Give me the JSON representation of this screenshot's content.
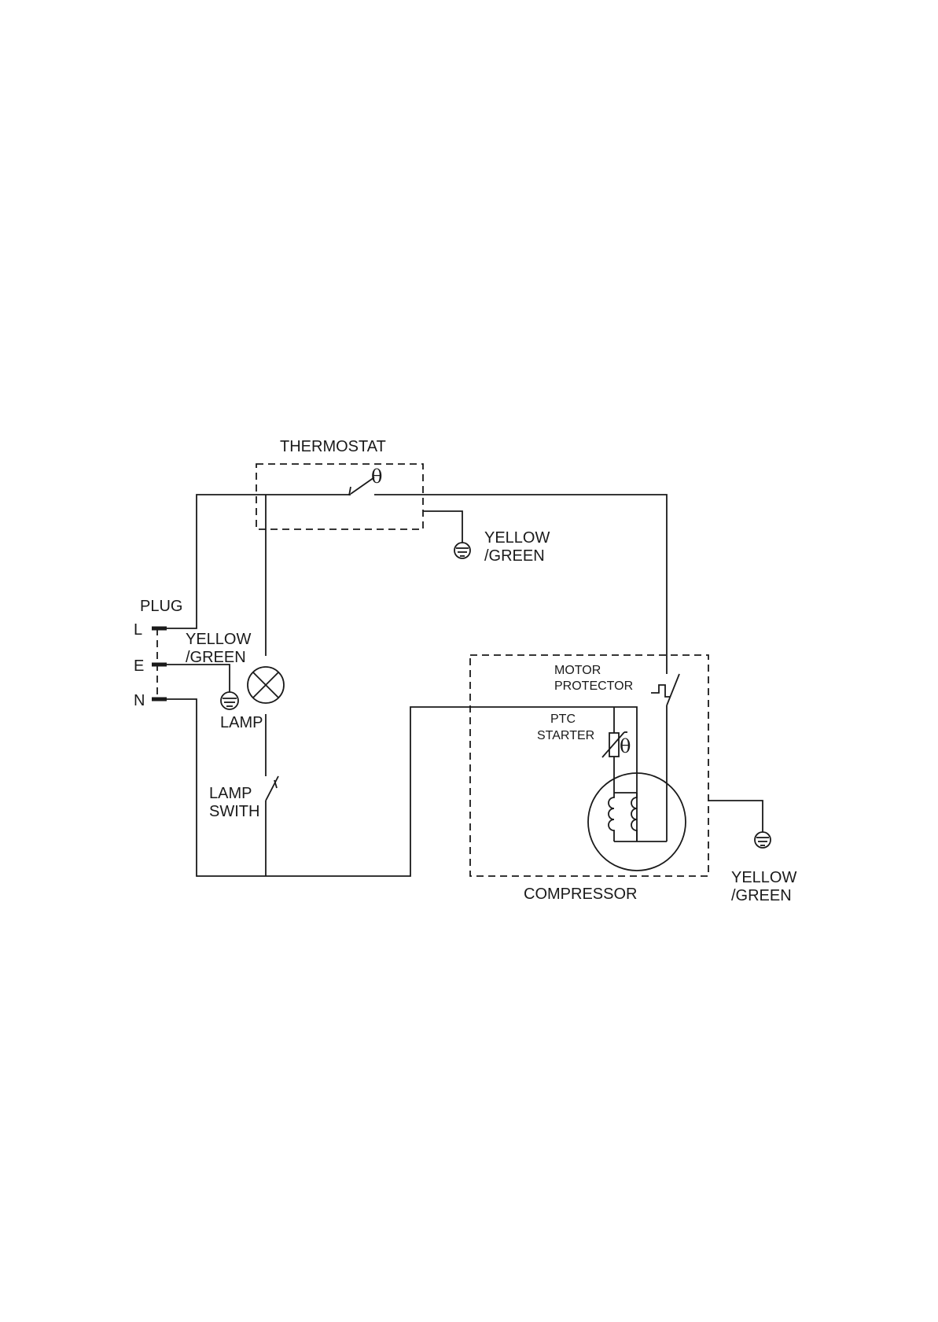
{
  "labels": {
    "thermostat": "THERMOSTAT",
    "theta": "θ",
    "ground_1_line1": "YELLOW",
    "ground_1_line2": "/GREEN",
    "plug": "PLUG",
    "terminal_l": "L",
    "terminal_e": "E",
    "terminal_n": "N",
    "plug_ground_line1": "YELLOW",
    "plug_ground_line2": "/GREEN",
    "lamp": "LAMP",
    "lamp_switch_line1": "LAMP",
    "lamp_switch_line2": "SWITH",
    "motor_protector_line1": "MOTOR",
    "motor_protector_line2": "PROTECTOR",
    "ptc_starter_line1": "PTC",
    "ptc_starter_line2": "STARTER",
    "compressor": "COMPRESSOR",
    "ground_2_line1": "YELLOW",
    "ground_2_line2": "/GREEN"
  },
  "icons": [
    "ground-icon",
    "lamp-icon",
    "switch-icon",
    "winding-icon",
    "thermistor-icon"
  ],
  "colors": {
    "ink": "#1a1a1a",
    "background": "#ffffff"
  }
}
